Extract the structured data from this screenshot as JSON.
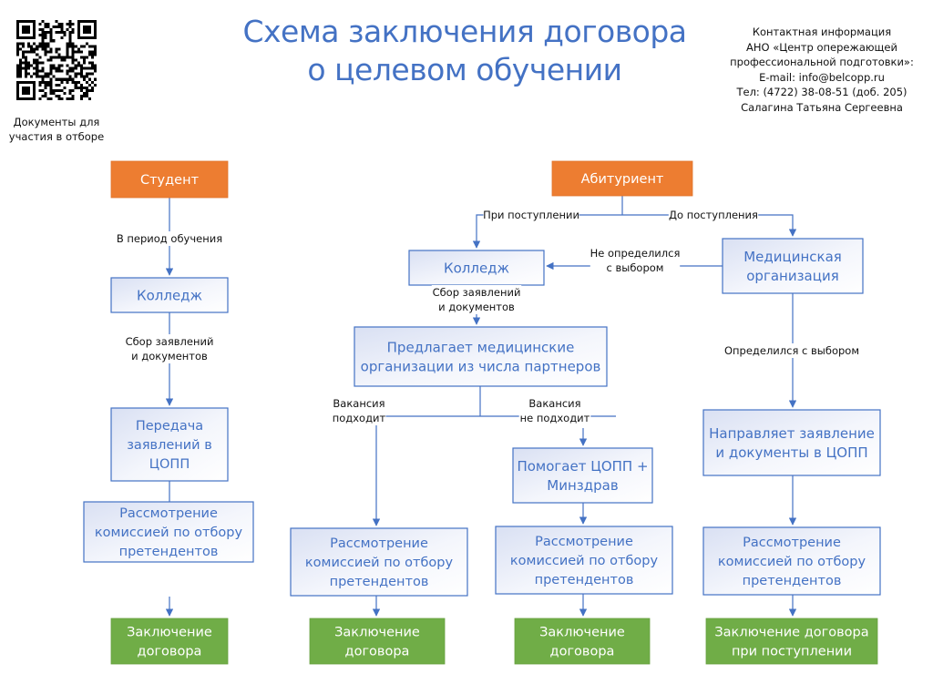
{
  "header": {
    "title_line1": "Схема заключения договора",
    "title_line2": "о целевом обучении",
    "qr_caption_line1": "Документы для",
    "qr_caption_line2": "участия в отборе",
    "contact": [
      "Контактная информация",
      "АНО «Центр опережающей",
      "профессиональной подготовки»:",
      "E-mail: info@belcopp.ru",
      "Тел: (4722) 38-08-51 (доб. 205)",
      "Салагина Татьяна Сергеевна"
    ]
  },
  "colors": {
    "accent_blue": "#4472c4",
    "start_orange": "#ed7d31",
    "end_green": "#70ad47",
    "process_border": "#4472c4",
    "process_fill_top": "#dde3f4",
    "process_fill_bottom": "#ffffff"
  },
  "nodes": [
    {
      "id": "student",
      "type": "start",
      "lines": [
        "Студент"
      ]
    },
    {
      "id": "college_s",
      "type": "process",
      "lines": [
        "Колледж"
      ]
    },
    {
      "id": "transfer",
      "type": "process",
      "lines": [
        "Передача",
        "заявлений в",
        "ЦОПП"
      ]
    },
    {
      "id": "review_s",
      "type": "process",
      "lines": [
        "Рассмотрение",
        "комиссией по отбору",
        "претендентов"
      ]
    },
    {
      "id": "contract_s",
      "type": "end",
      "lines": [
        "Заключение",
        "договора"
      ]
    },
    {
      "id": "applicant",
      "type": "start",
      "lines": [
        "Абитуриент"
      ]
    },
    {
      "id": "college_a",
      "type": "process",
      "lines": [
        "Колледж"
      ]
    },
    {
      "id": "med_org",
      "type": "process",
      "lines": [
        "Медицинская",
        "организация"
      ]
    },
    {
      "id": "offers",
      "type": "process",
      "lines": [
        "Предлагает медицинские",
        "организации из числа партнеров"
      ]
    },
    {
      "id": "helps",
      "type": "process",
      "lines": [
        "Помогает ЦОПП +",
        "Минздрав"
      ]
    },
    {
      "id": "sends",
      "type": "process",
      "lines": [
        "Направляет заявление",
        "и документы в ЦОПП"
      ]
    },
    {
      "id": "review_1",
      "type": "process",
      "lines": [
        "Рассмотрение",
        "комиссией по отбору",
        "претендентов"
      ]
    },
    {
      "id": "review_2",
      "type": "process",
      "lines": [
        "Рассмотрение",
        "комиссией по отбору",
        "претендентов"
      ]
    },
    {
      "id": "review_3",
      "type": "process",
      "lines": [
        "Рассмотрение",
        "комиссией по отбору",
        "претендентов"
      ]
    },
    {
      "id": "contract_1",
      "type": "end",
      "lines": [
        "Заключение",
        "договора"
      ]
    },
    {
      "id": "contract_2",
      "type": "end",
      "lines": [
        "Заключение",
        "договора"
      ]
    },
    {
      "id": "contract_3",
      "type": "end",
      "lines": [
        "Заключение договора",
        "при поступлении"
      ]
    }
  ],
  "edge_labels": [
    {
      "id": "during_study",
      "lines": [
        "В период обучения"
      ]
    },
    {
      "id": "collect_s",
      "lines": [
        "Сбор заявлений",
        "и документов"
      ]
    },
    {
      "id": "on_admission",
      "lines": [
        "При поступлении"
      ]
    },
    {
      "id": "before_admission",
      "lines": [
        "До поступления"
      ]
    },
    {
      "id": "undecided",
      "lines": [
        "Не определился",
        "с выбором"
      ]
    },
    {
      "id": "collect_a",
      "lines": [
        "Сбор заявлений",
        "и документов"
      ]
    },
    {
      "id": "decided",
      "lines": [
        "Определился с выбором"
      ]
    },
    {
      "id": "vacancy_fits",
      "lines": [
        "Вакансия",
        "подходит"
      ]
    },
    {
      "id": "vacancy_not_fits",
      "lines": [
        "Вакансия",
        "не подходит"
      ]
    }
  ]
}
